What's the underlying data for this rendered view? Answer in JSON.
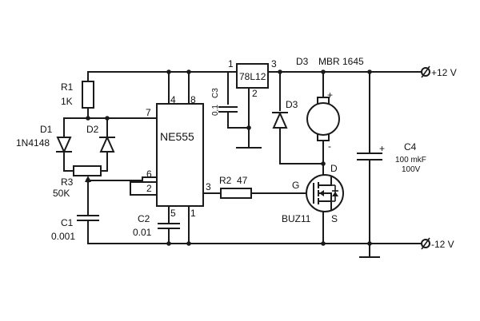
{
  "ic": {
    "name": "NE555",
    "pin7": "7",
    "pin4": "4",
    "pin8": "8",
    "pin6": "6",
    "pin2": "2",
    "pin3": "3",
    "pin5": "5",
    "pin1": "1"
  },
  "regulator": {
    "name": "78L12",
    "pin1": "1",
    "pin3": "3",
    "pin2": "2"
  },
  "r1": {
    "ref": "R1",
    "value": "1K"
  },
  "r2": {
    "ref": "R2",
    "value": "47"
  },
  "r3": {
    "ref": "R3",
    "value": "50K"
  },
  "d1": {
    "ref": "D1",
    "value": "1N4148"
  },
  "d2": {
    "ref": "D2"
  },
  "d3": {
    "ref": "D3",
    "value": "MBR 1645",
    "ref2": "D3"
  },
  "c1": {
    "ref": "C1",
    "value": "0.001"
  },
  "c2": {
    "ref": "C2",
    "value": "0.01"
  },
  "c3": {
    "ref": "C3",
    "value": "0,1"
  },
  "c4": {
    "ref": "C4",
    "cap": "100 mkF",
    "volt": "100V",
    "plus": "+"
  },
  "motor": {
    "plus": "+",
    "minus": "-"
  },
  "mosfet": {
    "name": "BUZ11",
    "gate": "G",
    "drain": "D",
    "source": "S"
  },
  "terminals": {
    "pos": "+12 V",
    "neg": "-12 V"
  }
}
